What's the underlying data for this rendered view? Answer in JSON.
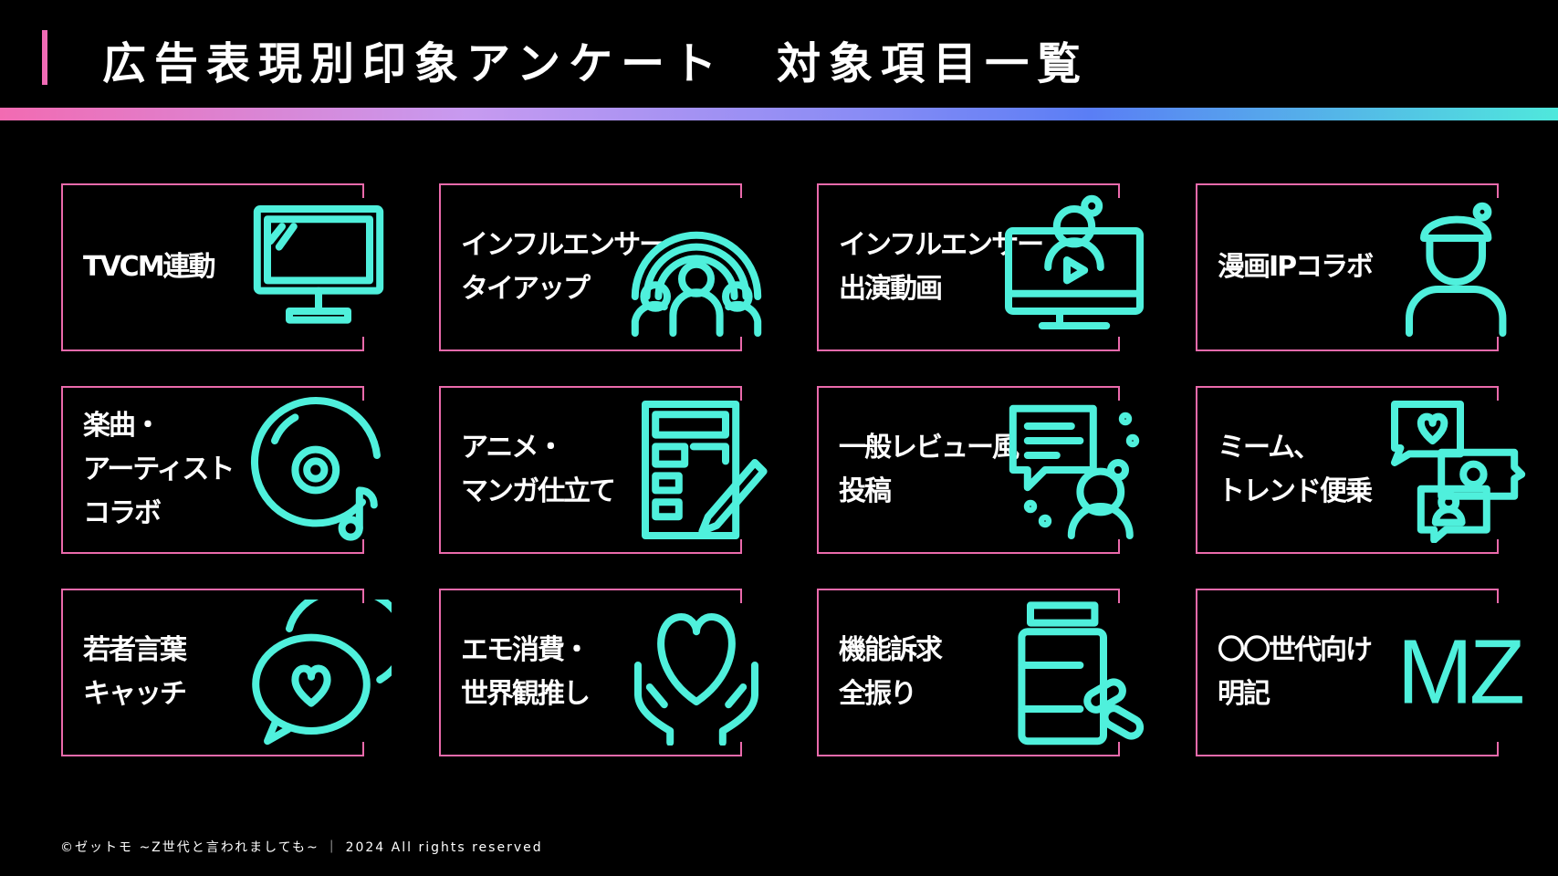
{
  "header": {
    "title": "広告表現別印象アンケート　対象項目一覧"
  },
  "items": [
    {
      "label": "TVCM連動",
      "icon": "tv-monitor-icon"
    },
    {
      "label": "インフルエンサー\nタイアップ",
      "icon": "audience-icon"
    },
    {
      "label": "インフルエンサー\n出演動画",
      "icon": "video-creator-icon"
    },
    {
      "label": "漫画IPコラボ",
      "icon": "beret-person-icon"
    },
    {
      "label": "楽曲・\nアーティスト\nコラボ",
      "icon": "music-disc-icon"
    },
    {
      "label": "アニメ・\nマンガ仕立て",
      "icon": "comic-drawing-icon"
    },
    {
      "label": "一般レビュー風\n投稿",
      "icon": "review-chat-icon"
    },
    {
      "label": "ミーム、\nトレンド便乗",
      "icon": "social-bubbles-icon"
    },
    {
      "label": "若者言葉\nキャッチ",
      "icon": "heart-speech-icon"
    },
    {
      "label": "エモ消費・\n世界観推し",
      "icon": "heart-hands-icon"
    },
    {
      "label": "機能訴求\n全振り",
      "icon": "medicine-bottle-icon"
    },
    {
      "label": "〇〇世代向け\n明記",
      "icon": "mz-text",
      "icon_text": "MZ"
    }
  ],
  "footer": {
    "text": "©ゼットモ ~Z世代と言われましても~ ｜ 2024 All rights reserved"
  },
  "colors": {
    "accent": "#4ff0dc",
    "frame": "#ea6aab"
  }
}
